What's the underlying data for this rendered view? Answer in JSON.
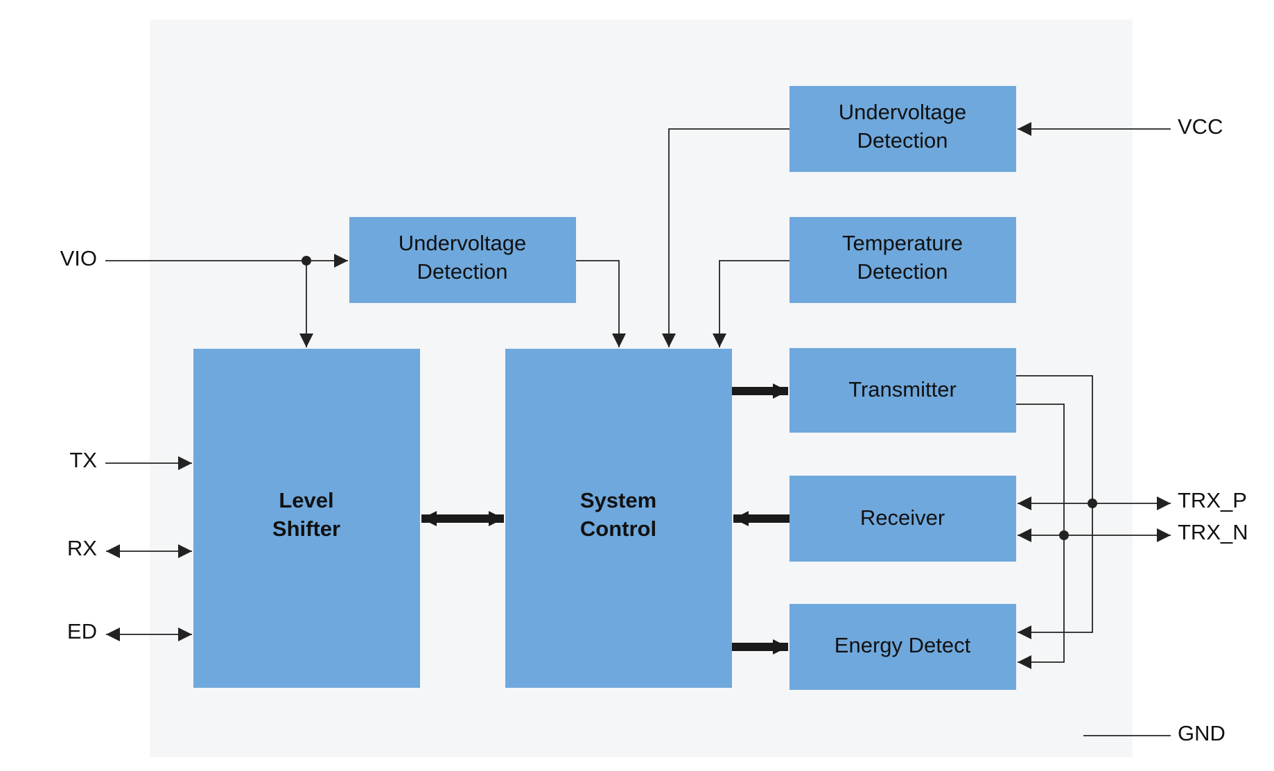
{
  "colors": {
    "block_fill": "#6fa8dc",
    "background_panel": "#f5f6f8",
    "line": "#222222"
  },
  "blocks": {
    "level_shifter": [
      "Level",
      "Shifter"
    ],
    "system_control": [
      "System",
      "Control"
    ],
    "uv_vio": [
      "Undervoltage",
      "Detection"
    ],
    "uv_vcc": [
      "Undervoltage",
      "Detection"
    ],
    "temperature": [
      "Temperature",
      "Detection"
    ],
    "transmitter": "Transmitter",
    "receiver": "Receiver",
    "energy_detect": "Energy Detect"
  },
  "pins": {
    "vio": "VIO",
    "tx": "TX",
    "rx": "RX",
    "ed": "ED",
    "vcc": "VCC",
    "trx_p": "TRX_P",
    "trx_n": "TRX_N",
    "gnd": "GND"
  }
}
